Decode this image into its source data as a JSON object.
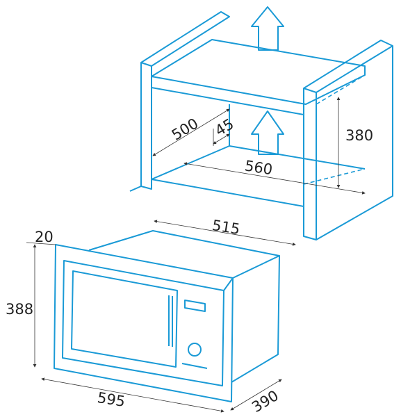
{
  "diagram": {
    "title": "Built-in microwave installation dimensions",
    "colors": {
      "outline": "#1a9ad6",
      "dimension": "#333333"
    },
    "cabinet_dimensions": {
      "depth": "500",
      "gap": "45",
      "height": "380",
      "width": "560"
    },
    "appliance_dimensions": {
      "depth_top": "515",
      "frame": "20",
      "height": "388",
      "width": "595",
      "depth_side": "390"
    }
  }
}
